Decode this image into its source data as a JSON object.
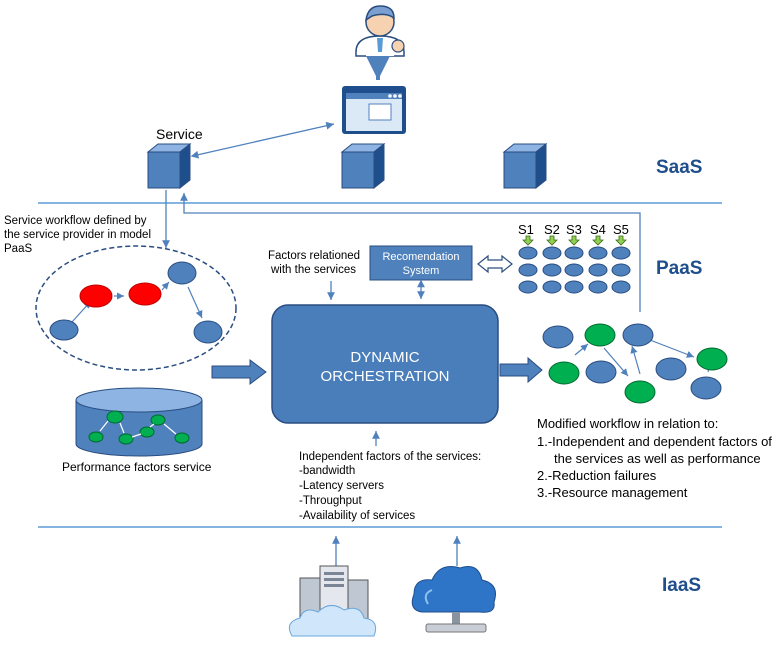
{
  "layers": {
    "saas": "SaaS",
    "paas": "PaaS",
    "iaas": "IaaS"
  },
  "service_label": "Service",
  "workflow_caption": [
    "Service workflow defined by",
    "the service provider in model",
    "PaaS"
  ],
  "factors_label": [
    "Factors relationed",
    "with the services"
  ],
  "recommendation": [
    "Recomendation",
    "System"
  ],
  "service_columns": [
    "S1",
    "S2",
    "S3",
    "S4",
    "S5"
  ],
  "orchestration": [
    "DYNAMIC",
    "ORCHESTRATION"
  ],
  "performance_caption": "Performance factors service",
  "independent": {
    "title": "Independent factors of the services:",
    "items": [
      "-bandwidth",
      "-Latency servers",
      "-Throughput",
      "-Availability of services"
    ]
  },
  "modified": {
    "title": "Modified workflow in relation to:",
    "items": [
      "1.-Independent and dependent factors of",
      "the services as well as performance",
      "2.-Reduction failures",
      "3.-Resource management"
    ]
  },
  "colors": {
    "blue_node": "#4f81bd",
    "red_node": "#ff0000",
    "green_node": "#00b050",
    "line": "#5b9bd5",
    "orchestration": "#4a7ebb",
    "layer_text": "#1f4e8c"
  }
}
